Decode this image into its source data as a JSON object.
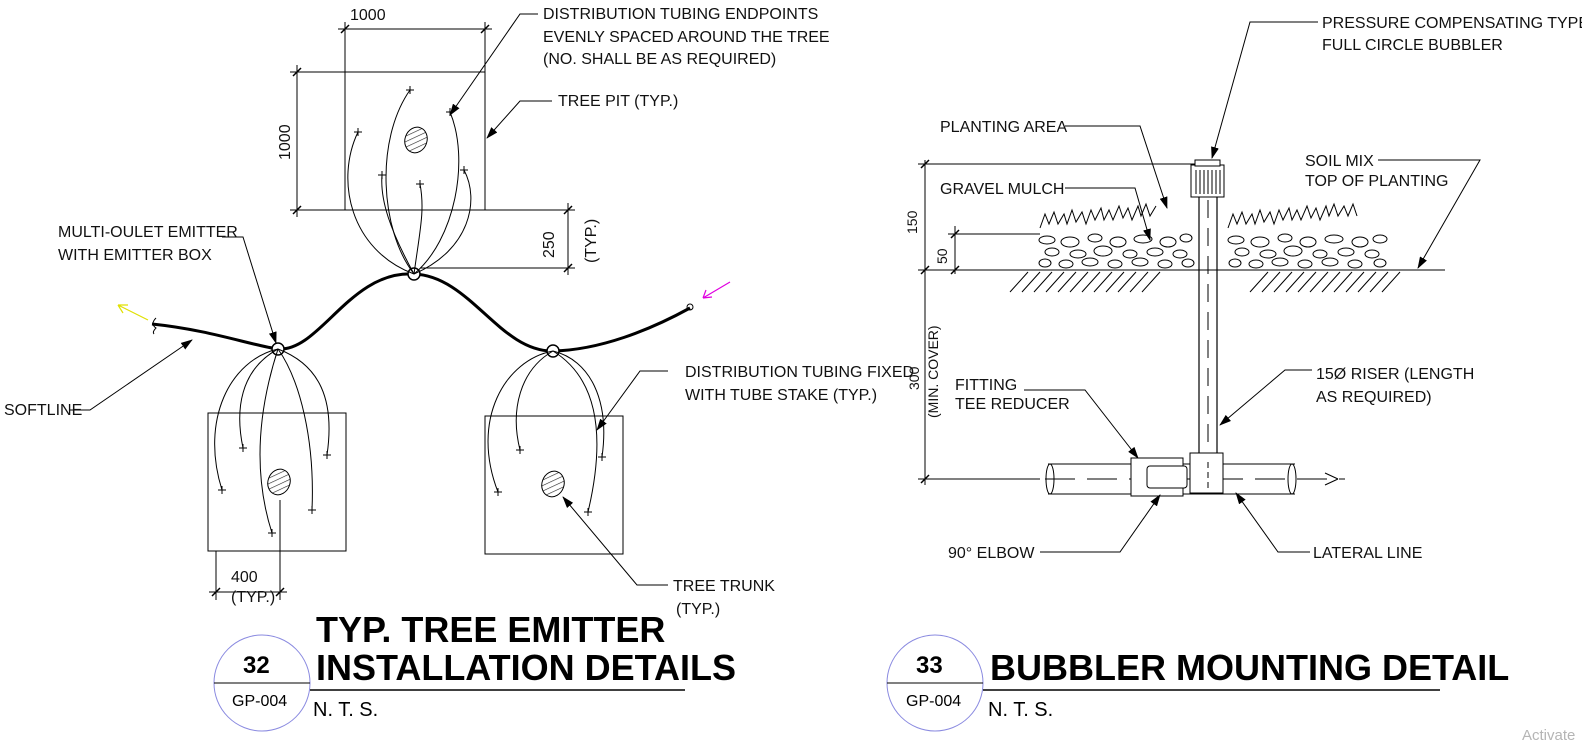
{
  "detail32": {
    "labels": {
      "endpoints_1": "DISTRIBUTION TUBING ENDPOINTS",
      "endpoints_2": "EVENLY SPACED AROUND THE TREE",
      "endpoints_3": "(NO. SHALL BE AS REQUIRED)",
      "tree_pit": "TREE PIT (TYP.)",
      "emitter_1": "MULTI-OULET EMITTER",
      "emitter_2": "WITH EMITTER BOX",
      "softline": "SOFTLINE",
      "fixed_1": "DISTRIBUTION TUBING FIXED",
      "fixed_2": "WITH TUBE STAKE (TYP.)",
      "trunk_1": "TREE TRUNK",
      "trunk_2": "(TYP.)"
    },
    "dims": {
      "width": "1000",
      "height": "1000",
      "offset": "250",
      "offset_typ": "(TYP.)",
      "spacing": "400",
      "spacing_typ": "(TYP.)"
    },
    "title_1": "TYP. TREE EMITTER",
    "title_2": "INSTALLATION DETAILS",
    "number": "32",
    "sheet": "GP-004",
    "scale": "N. T. S."
  },
  "detail33": {
    "labels": {
      "bubbler_1": "PRESSURE COMPENSATING TYPE",
      "bubbler_2": "FULL CIRCLE BUBBLER",
      "planting_area": "PLANTING AREA",
      "gravel_mulch": "GRAVEL MULCH",
      "soil_1": "SOIL MIX",
      "soil_2": "TOP OF PLANTING",
      "fitting_1": "FITTING",
      "fitting_2": "TEE REDUCER",
      "riser_1": "15Ø RISER (LENGTH",
      "riser_2": "AS REQUIRED)",
      "elbow": "90° ELBOW",
      "lateral": "LATERAL LINE"
    },
    "dims": {
      "d150": "150",
      "d50": "50",
      "d300": "300",
      "min_cover": "(MIN. COVER)"
    },
    "title": "BUBBLER MOUNTING DETAIL",
    "number": "33",
    "sheet": "GP-004",
    "scale": "N. T. S."
  },
  "watermark": "Activate"
}
